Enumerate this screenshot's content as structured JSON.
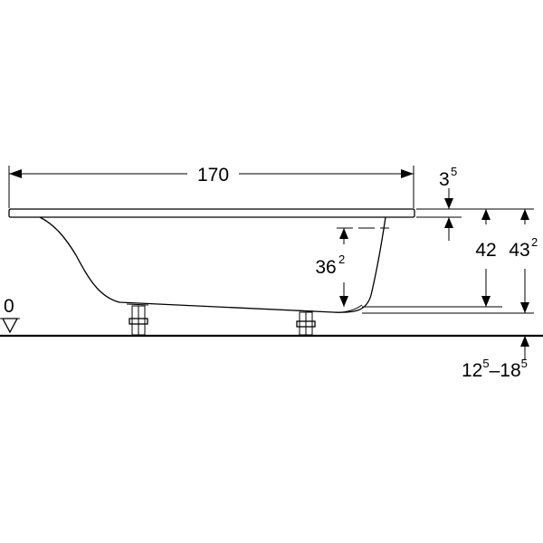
{
  "dimensions": {
    "length": "170",
    "rim_thickness_base": "3",
    "rim_thickness_exp": "5",
    "inner_depth_base": "36",
    "inner_depth_exp": "2",
    "depth": "42",
    "total_height_base": "43",
    "total_height_exp": "2",
    "feet_min_base": "12",
    "feet_min_exp": "5",
    "feet_dash": "–",
    "feet_max_base": "18",
    "feet_max_exp": "5",
    "floor_level": "0"
  },
  "colors": {
    "line": "#000000",
    "background": "#ffffff"
  }
}
